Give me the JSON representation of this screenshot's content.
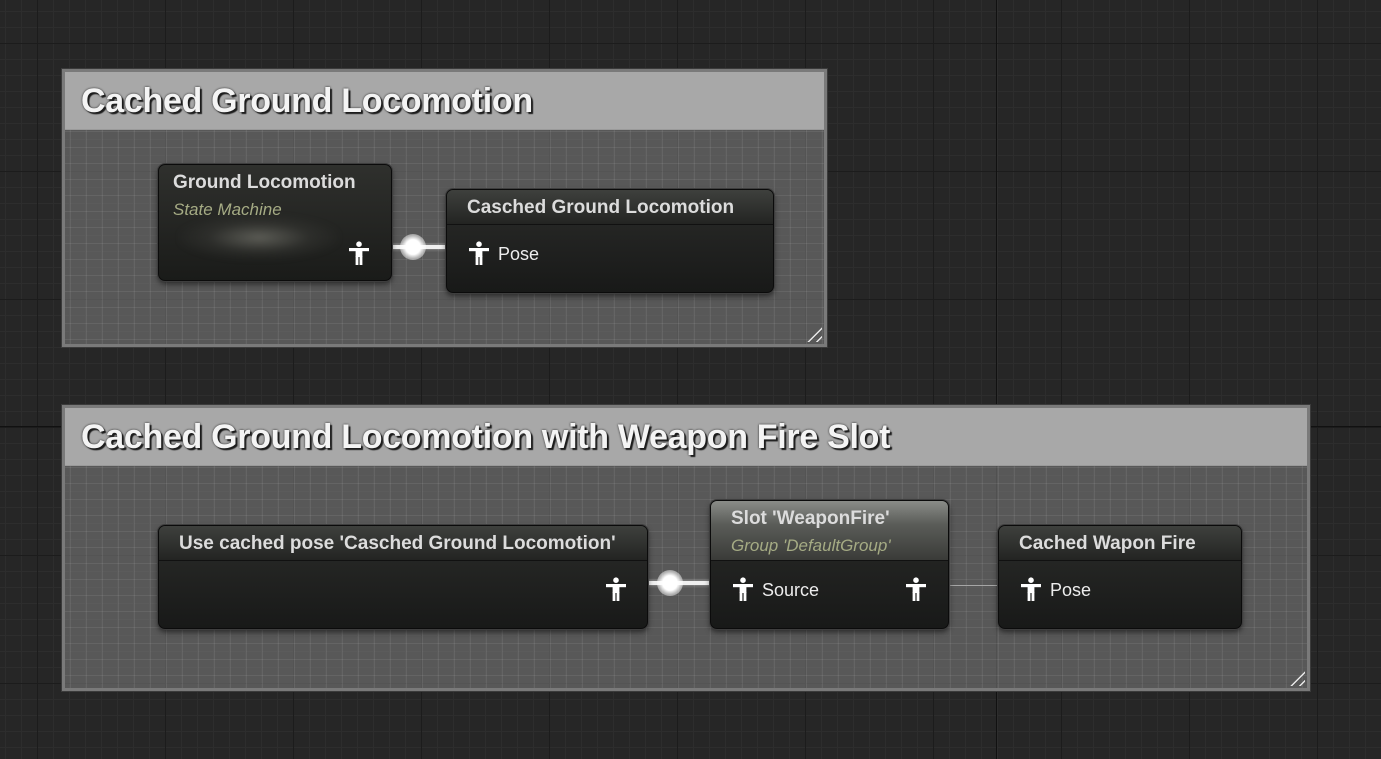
{
  "comments": [
    {
      "title": "Cached Ground Locomotion"
    },
    {
      "title": "Cached Ground Locomotion with Weapon Fire Slot"
    }
  ],
  "nodes": {
    "state_machine": {
      "title": "Ground Locomotion",
      "subtitle": "State Machine"
    },
    "save_cached_ground": {
      "title": "Casched Ground Locomotion",
      "pin": "Pose"
    },
    "use_cached": {
      "title": "Use cached pose 'Casched Ground Locomotion'"
    },
    "slot": {
      "title": "Slot 'WeaponFire'",
      "subtitle": "Group 'DefaultGroup'",
      "pin": "Source"
    },
    "save_cached_weapon": {
      "title": "Cached Wapon Fire",
      "pin": "Pose"
    }
  },
  "icons": {
    "pose_pin": "pose-pin-icon",
    "resize": "resize-grip-icon"
  },
  "colors": {
    "canvas": "#262626",
    "comment_header": "#a8a8a8",
    "node_body": "#1e1f1d",
    "subtitle": "#a5ab84",
    "wire": "#f0f0f0"
  }
}
